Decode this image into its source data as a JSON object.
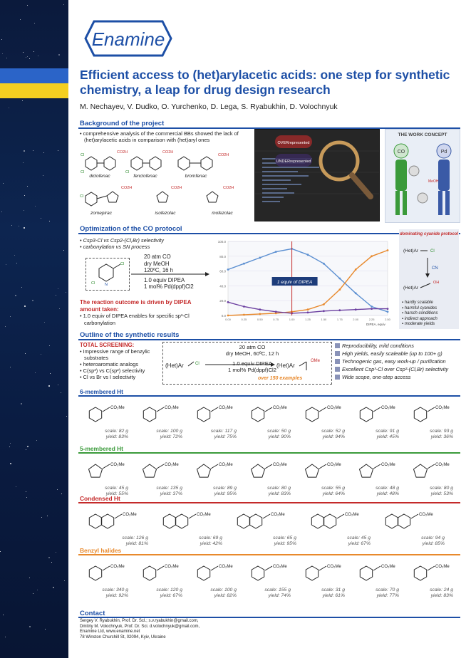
{
  "brand": {
    "logo_text": "Enamine",
    "accent": "#1d4fa6",
    "flag_colors": [
      "#2b64c8",
      "#f4cf21"
    ]
  },
  "title": "Efficient access to (het)arylacetic acids: one step for synthetic chemistry, a leap for drug design research",
  "authors": "M. Nechayev, V. Dudko, O. Yurchenko, D. Lega, S. Ryabukhin, D. Volochnyuk",
  "background": {
    "heading": "Background of the project",
    "bullet": "comprehensive analysis of the commercial BBs showed the lack of (het)arylacetic acids in comparison with (het)aryl ones",
    "drugs": [
      "diclofenac",
      "fenclofenac",
      "bromfenac",
      "zomepirac",
      "isofezolac",
      "mofezolac"
    ],
    "image_labels": {
      "over": "OVERrepresented",
      "under": "UNDERrepresented"
    },
    "concept_title": "THE WORK CONCEPT",
    "concept_labels": {
      "co": "CO",
      "pd": "Pd",
      "meoh": "MeOH"
    }
  },
  "optimization": {
    "heading": "Optimization of the CO protocol",
    "bullets": [
      "Csp3-Cl vs Csp2-(Cl,Br) selectivity",
      "carbonylation vs SN process"
    ],
    "conditions": [
      "20 atm CO",
      "dry MeOH",
      "120ºC, 16 h",
      "1.0 equiv DIPEA",
      "1 mol% Pd(dppf)Cl2"
    ],
    "chart_annotation": "1 equiv of DIPEA",
    "chart_x_label": "DIPEA, equiv",
    "driven": "The reaction outcome is driven by DIPEA amount taken:",
    "driven_bullet": "1.0 equiv of DIPEA enables for specific sp³-Cl carbonylation",
    "note_title": "dominating cyanide protocol",
    "note_items": [
      "hardly scalable",
      "harmful cyanides",
      "harsch conditions",
      "indirect approach",
      "moderate yields"
    ],
    "note_labels": {
      "hetar_cl": "(Het)Ar",
      "cn": "CN",
      "hetar_acid": "(Het)Ar"
    }
  },
  "chart_data": {
    "type": "line",
    "xlabel": "DIPEA, equiv",
    "ylabel": "",
    "x": [
      0,
      0.25,
      0.5,
      0.75,
      1.0,
      1.25,
      1.5,
      1.75,
      2.0,
      2.25,
      2.5
    ],
    "ylim": [
      0,
      100
    ],
    "series": [
      {
        "name": "",
        "color": "#5b8fd1",
        "values": [
          62,
          70,
          78,
          86,
          90,
          82,
          70,
          50,
          30,
          12,
          5
        ]
      },
      {
        "name": "",
        "color": "#e8892c",
        "values": [
          0,
          1,
          2,
          3,
          5,
          8,
          15,
          35,
          62,
          80,
          88
        ]
      },
      {
        "name": "",
        "color": "#6b3fa0",
        "values": [
          18,
          12,
          8,
          5,
          3,
          4,
          6,
          7,
          8,
          9,
          9
        ]
      }
    ]
  },
  "outline": {
    "heading": "Outline of the synthetic results",
    "total": "TOTAL SCREENING:",
    "bullets": [
      "Impressive range of benzylic substrates",
      "heteroaromatic analogs",
      "C(sp³) vs C(sp²) selectivity",
      "Cl vs Br vs I selectivity"
    ],
    "conditions": [
      "20 atm CO",
      "dry MeOH, 60ºC, 12 h",
      "1.0 equiv DIPEA",
      "1 mol% Pd(dppf)Cl2"
    ],
    "examples": "over 150 examples",
    "substrate_label": "(Het)Ar",
    "advantages": [
      "Reproducibility, mild conditions",
      "High yields, easily scaleable (up to 100+ g)",
      "Technogenic gas, easy work-up / purification",
      "Excellent Csp³-Cl over Csp²-(Cl,Br) selectivity",
      "Wide scope, one-step access"
    ]
  },
  "groups": [
    {
      "heading": "6-membered Ht",
      "color": "#1d4fa6",
      "items": [
        {
          "scale": "scale: 82 g",
          "yield": "yield: 83%"
        },
        {
          "scale": "scale: 100 g",
          "yield": "yield: 72%"
        },
        {
          "scale": "scale: 117 g",
          "yield": "yield: 75%"
        },
        {
          "scale": "scale: 50 g",
          "yield": "yield: 90%"
        },
        {
          "scale": "scale: 52 g",
          "yield": "yield: 94%"
        },
        {
          "scale": "scale: 91 g",
          "yield": "yield: 45%"
        },
        {
          "scale": "scale: 93 g",
          "yield": "yield: 36%"
        }
      ]
    },
    {
      "heading": "5-membered Ht",
      "color": "#3a9a3a",
      "items": [
        {
          "scale": "scale: 45 g",
          "yield": "yield: 55%"
        },
        {
          "scale": "scale: 135 g",
          "yield": "yield: 37%"
        },
        {
          "scale": "scale: 89 g",
          "yield": "yield: 95%"
        },
        {
          "scale": "scale: 80 g",
          "yield": "yield: 83%"
        },
        {
          "scale": "scale: 55 g",
          "yield": "yield: 64%"
        },
        {
          "scale": "scale: 48 g",
          "yield": "yield: 48%"
        },
        {
          "scale": "scale: 80 g",
          "yield": "yield: 53%"
        }
      ]
    },
    {
      "heading": "Condensed Ht",
      "color": "#c42a2a",
      "items": [
        {
          "scale": "scale: 126 g",
          "yield": "yield: 81%"
        },
        {
          "scale": "scale: 69 g",
          "yield": "yield: 42%"
        },
        {
          "scale": "scale: 65 g",
          "yield": "yield: 95%"
        },
        {
          "scale": "scale: 45 g",
          "yield": "yield: 67%"
        },
        {
          "scale": "scale: 94 g",
          "yield": "yield: 85%"
        }
      ]
    },
    {
      "heading": "Benzyl halides",
      "color": "#e8892c",
      "items": [
        {
          "scale": "scale: 340 g",
          "yield": "yield: 92%"
        },
        {
          "scale": "scale: 120 g",
          "yield": "yield: 67%"
        },
        {
          "scale": "scale: 100 g",
          "yield": "yield: 82%"
        },
        {
          "scale": "scale: 155 g",
          "yield": "yield: 74%"
        },
        {
          "scale": "scale: 31 g",
          "yield": "yield: 61%"
        },
        {
          "scale": "scale: 70 g",
          "yield": "yield: 77%"
        },
        {
          "scale": "scale: 24 g",
          "yield": "yield: 83%"
        }
      ]
    }
  ],
  "contact": {
    "heading": "Contact",
    "lines": [
      "Sergey V. Ryabukhin, Prof. Dr. ScI.; s.v.ryabukhin@gmail.com,",
      "Dmitriy M. Volochnyuk, Prof. Dr. Sci. d.volochnyuk@gmail.com,",
      "Enamine Ltd,  www.enamine.net",
      "78 Winston Churchill St, 02094, Kyiv, Ukraine"
    ]
  }
}
